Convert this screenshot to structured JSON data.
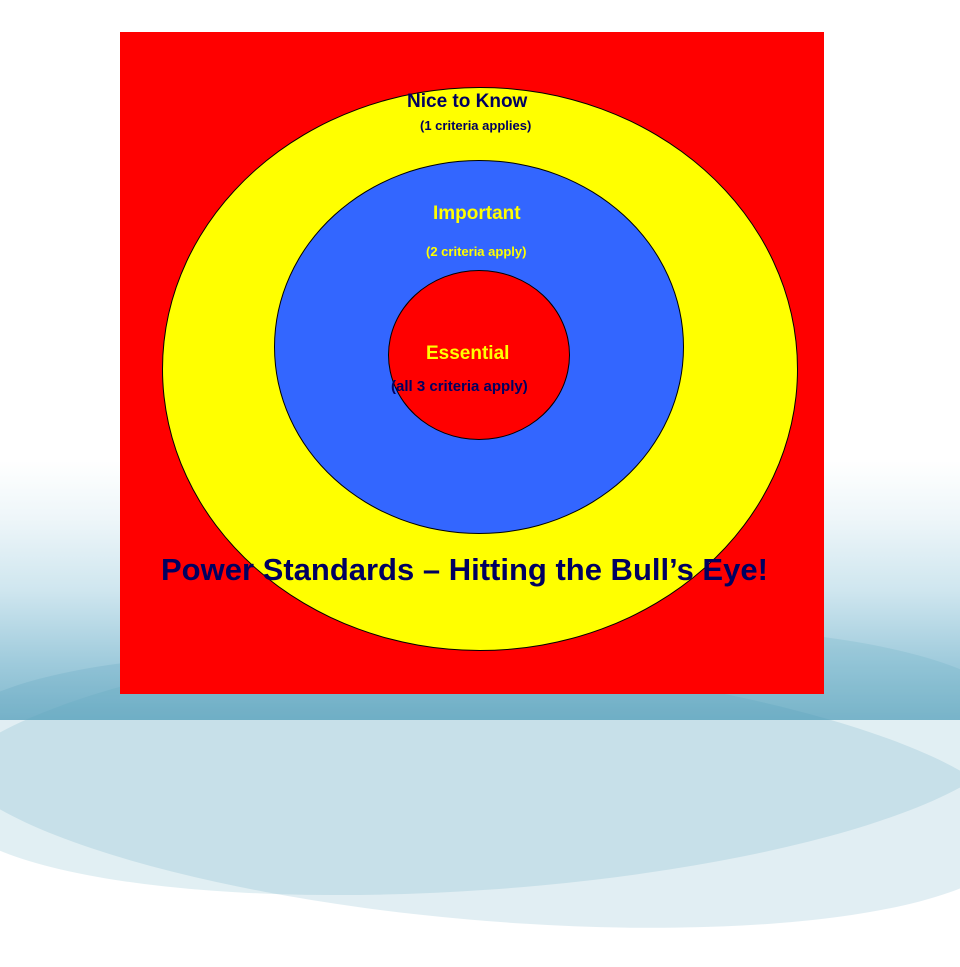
{
  "diagram": {
    "rings": {
      "outer": {
        "title": "Nice to Know",
        "subtitle": "(1 criteria applies)",
        "color": "#ffff00"
      },
      "middle": {
        "title": "Important",
        "subtitle": "(2 criteria apply)",
        "color": "#3366ff"
      },
      "inner": {
        "title": "Essential",
        "subtitle": "(all 3 criteria apply)",
        "color": "#ff0000"
      }
    },
    "caption": "Power Standards – Hitting the Bull’s Eye!",
    "background_color": "#ff0000"
  }
}
